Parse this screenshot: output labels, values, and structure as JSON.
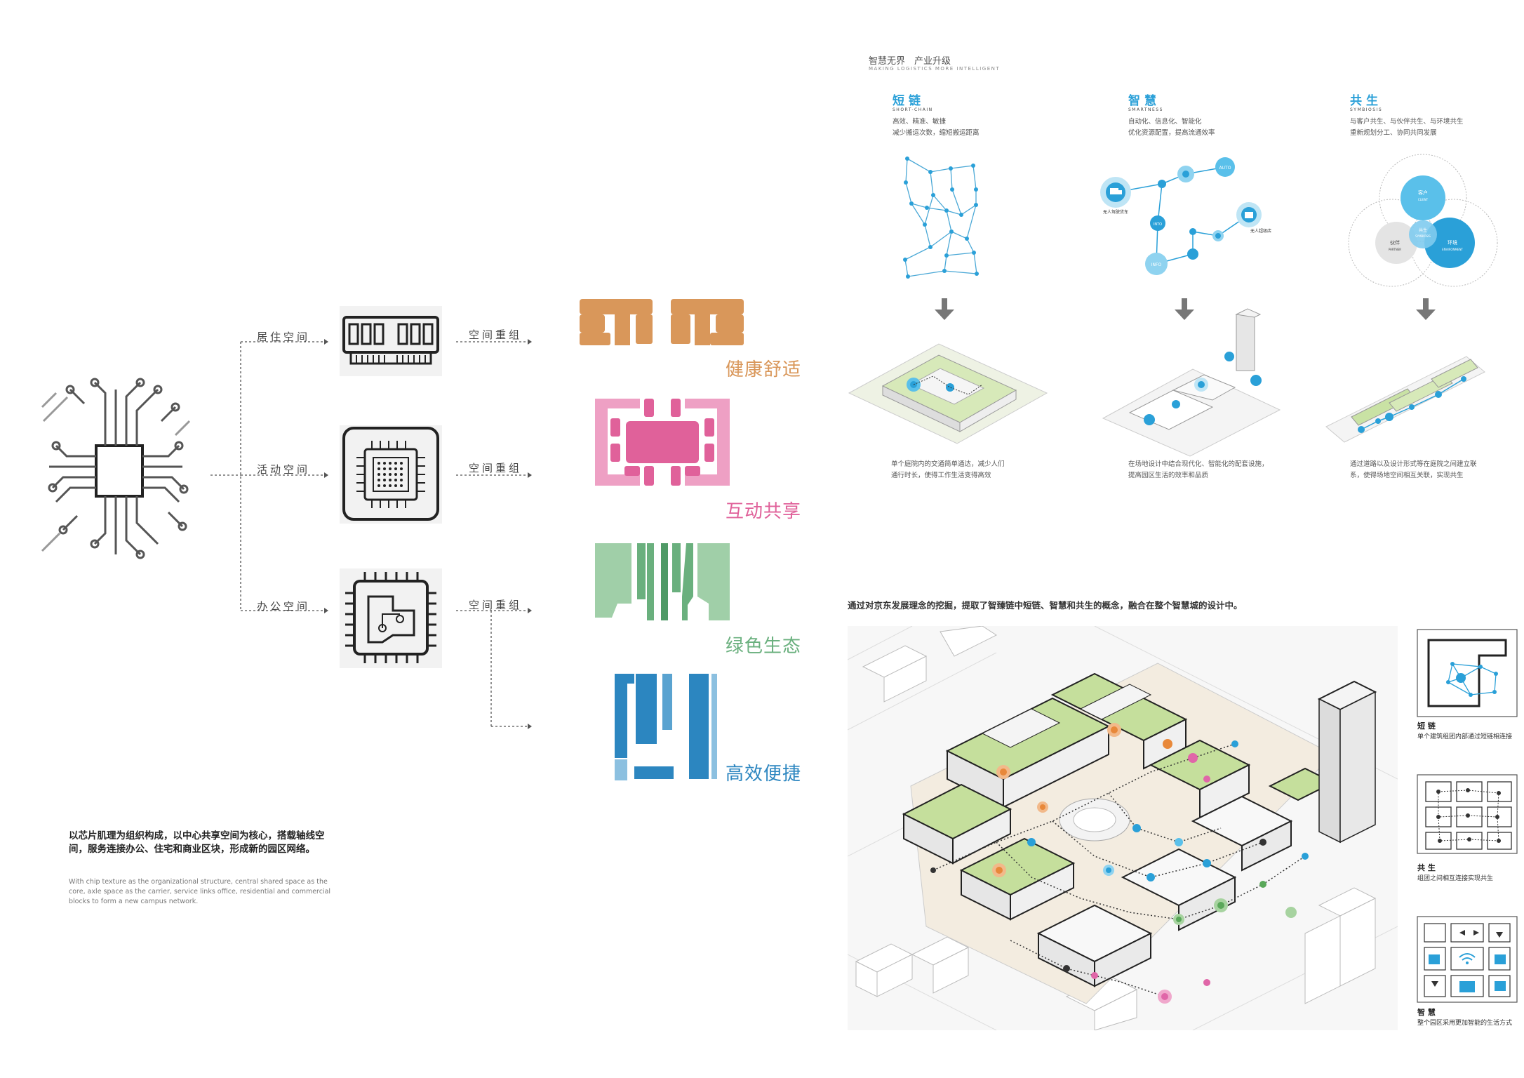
{
  "left": {
    "branches": [
      {
        "space": "居住空间",
        "action": "空间重组",
        "theme": "健康舒适",
        "color": "#d9975a"
      },
      {
        "space": "活动空间",
        "action": "空间重组",
        "theme": "互动共享",
        "color": "#e0619a"
      },
      {
        "space": "办公空间",
        "action": "空间重组",
        "theme": "绿色生态",
        "color": "#6ab07e"
      },
      {
        "theme": "高效便捷",
        "color": "#2c86c0"
      }
    ],
    "description_cn": "以芯片肌理为组织构成，以中心共享空间为核心，搭载轴线空间，服务连接办公、住宅和商业区块，形成新的园区网络。",
    "description_en": "With chip texture as the organizational structure, central shared space as the core, axle space as the carrier, service links office, residential and commercial blocks to form a new campus network."
  },
  "right": {
    "header_cn": "智慧无界　产业升级",
    "header_en": "MAKING LOGISTICS MORE INTELLIGENT",
    "columns": [
      {
        "title": "短链",
        "en": "SHORT-CHAIN",
        "desc1": "高效、精准、敏捷",
        "desc2": "减少搬运次数，缩短搬运距离",
        "bottom1": "单个庭院内的交通简单通达，减少人们",
        "bottom2": "通行时长，使得工作生活变得高效"
      },
      {
        "title": "智慧",
        "en": "SMARTNESS",
        "desc1": "自动化、信息化、智能化",
        "desc2": "优化资源配置，提高流通效率",
        "bottom1": "在场地设计中结合现代化、智能化的配套设施，",
        "bottom2": "提高园区生活的效率和品质",
        "nodes": {
          "truck": "无人驾驶货车",
          "store": "无人超级店",
          "auto": "AUTO",
          "info": "INFO"
        }
      },
      {
        "title": "共生",
        "en": "SYMBIOSIS",
        "desc1": "与客户共生、与伙伴共生、与环境共生",
        "desc2": "重新规划分工、协同共同发展",
        "bottom1": "通过道路以及设计形式等在庭院之间建立联",
        "bottom2": "系，使得场地空间相互关联，实现共生",
        "venn": {
          "client_cn": "客户",
          "client_en": "CLIENT",
          "partner_cn": "伙伴",
          "partner_en": "PARTNER",
          "env_cn": "环境",
          "env_en": "ENVIRONMENT",
          "sym_cn": "共生",
          "sym_en": "SYMBIOSIS"
        }
      }
    ],
    "summary": "通过对京东发展理念的挖掘，提取了智臻链中短链、智慧和共生的概念，融合在整个智慧城的设计中。",
    "legend": [
      {
        "title": "短 链",
        "desc": "单个建筑组团内部通过短链相连接"
      },
      {
        "title": "共 生",
        "desc": "组团之间相互连接实现共生"
      },
      {
        "title": "智 慧",
        "desc": "整个园区采用更加智能的生活方式"
      }
    ]
  },
  "colors": {
    "accent_blue": "#2aa0d8",
    "light_blue": "#8fd3f0",
    "roof_green": "#b8d98c",
    "orange": "#e8883a",
    "pink": "#e066a8",
    "green_node": "#5aa85a"
  }
}
